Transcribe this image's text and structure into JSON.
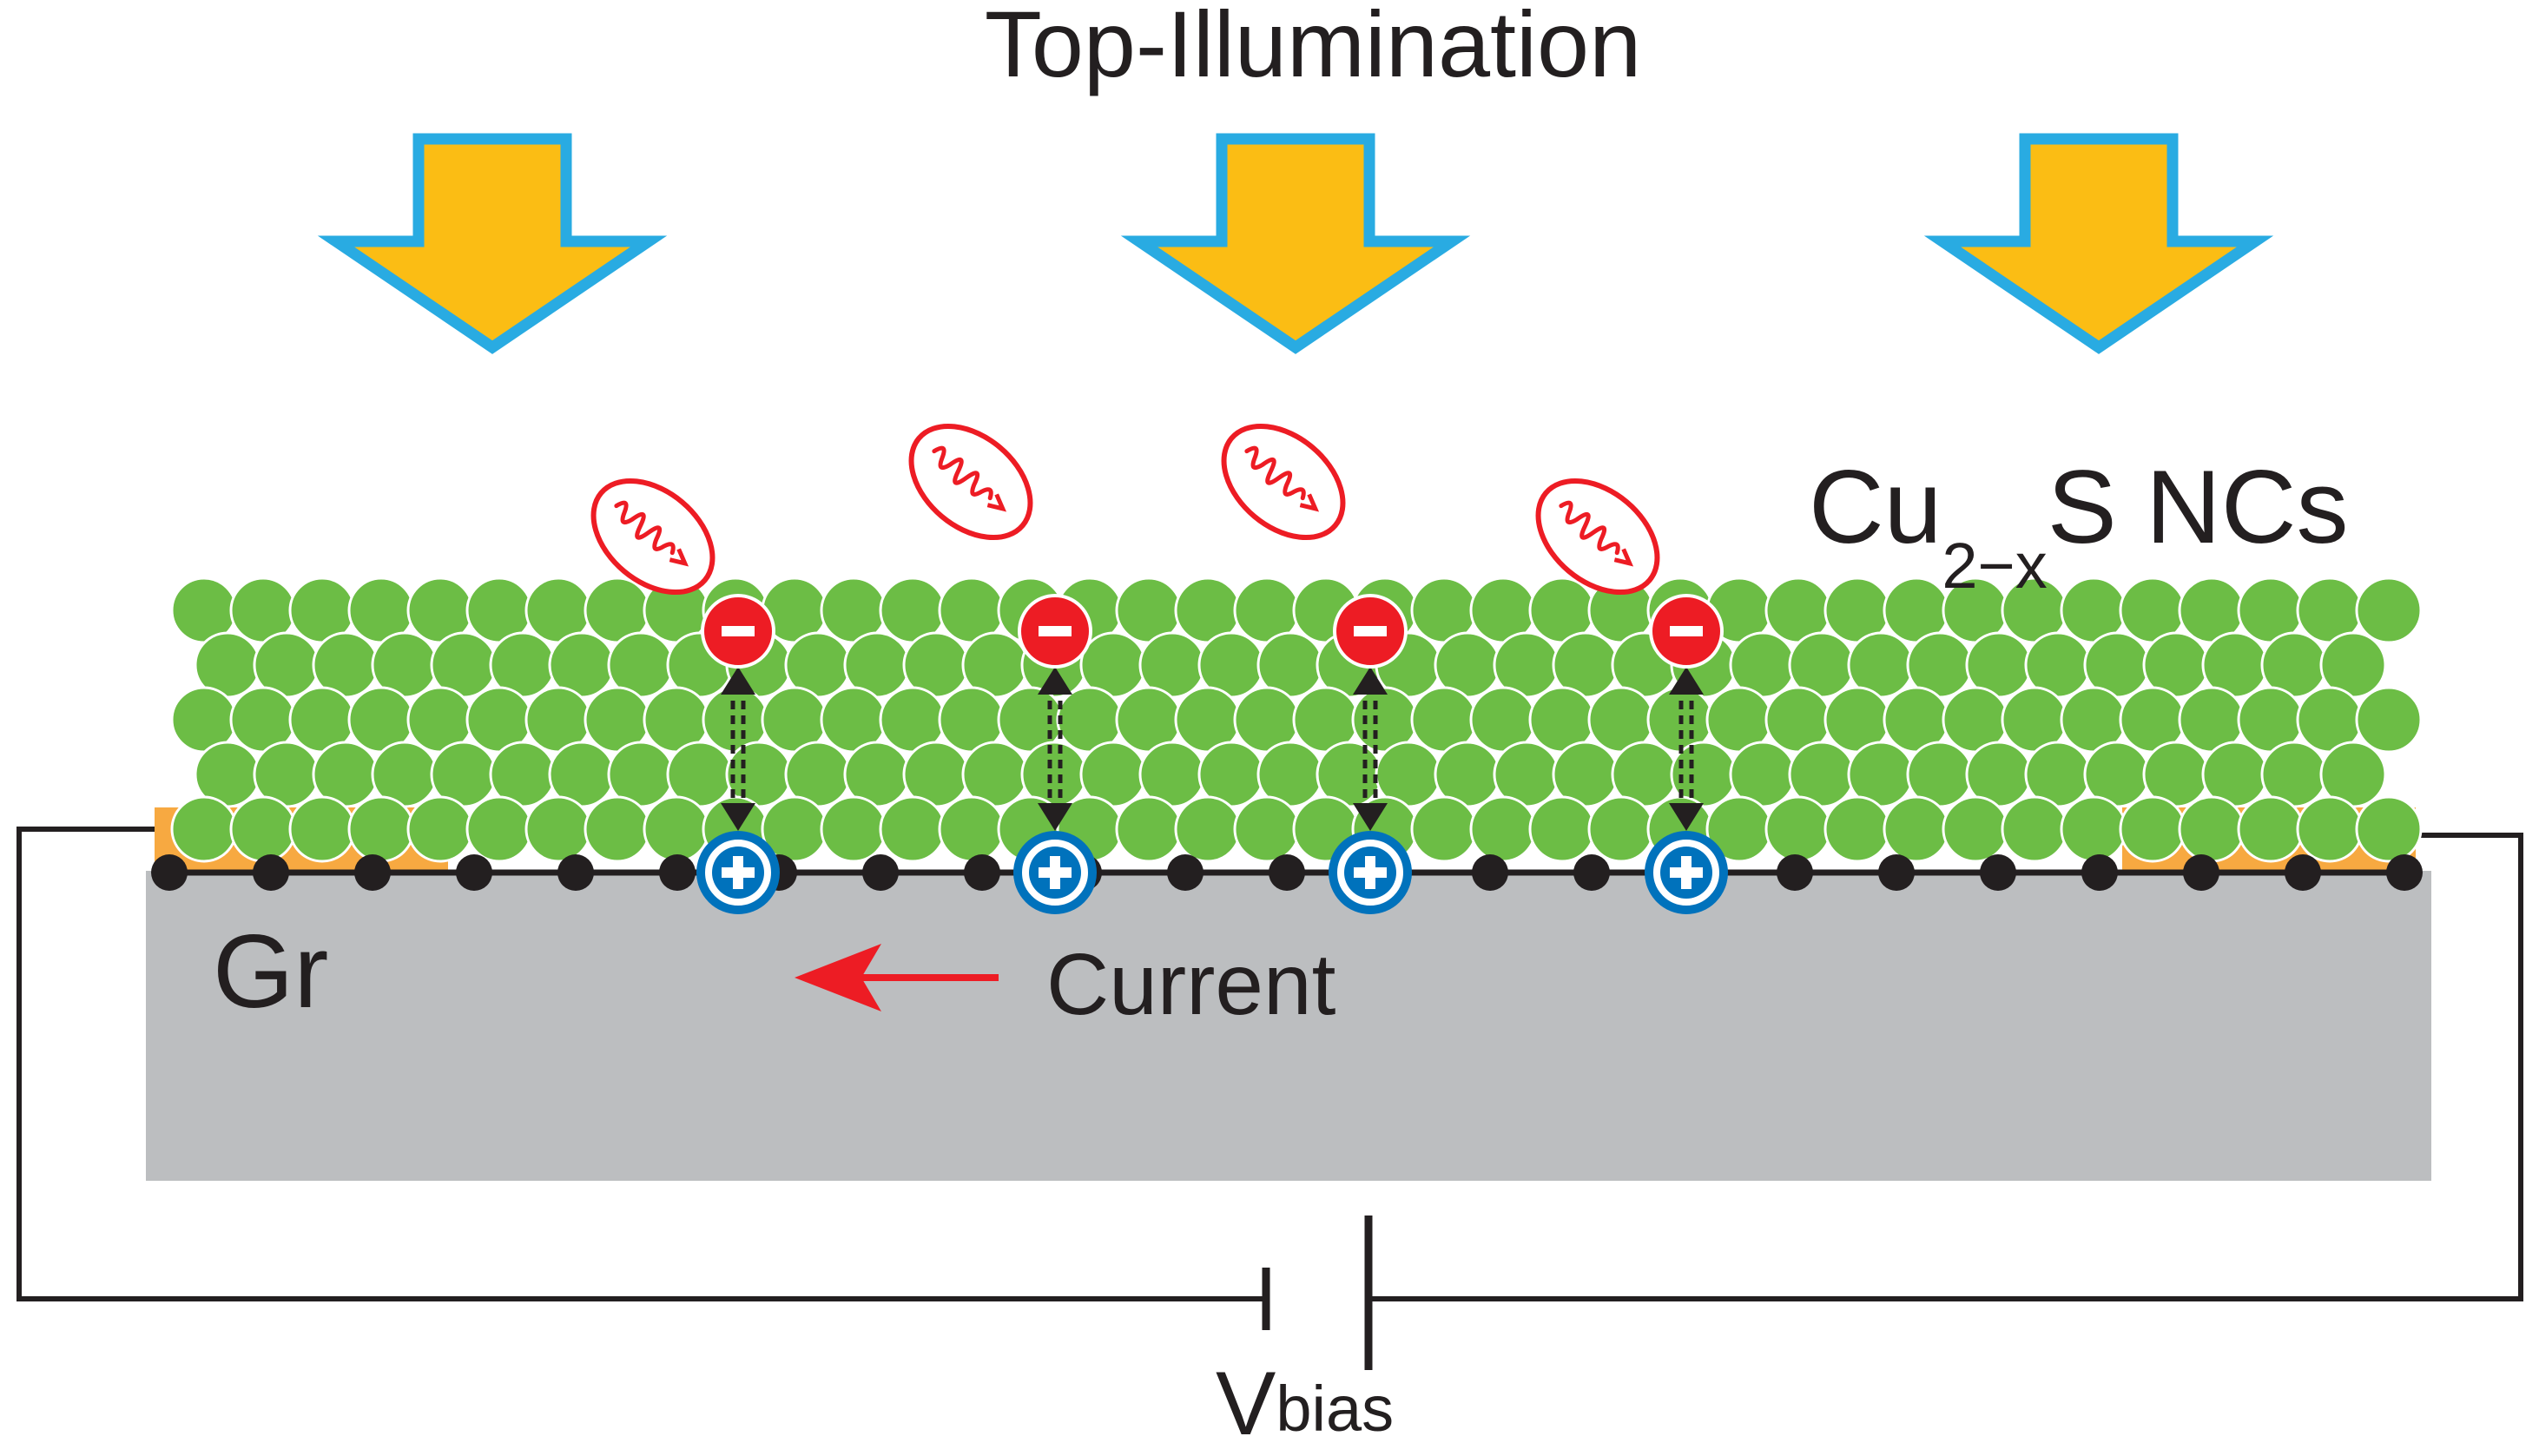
{
  "labels": {
    "title": "Top-Illumination",
    "nc_prefix": "Cu",
    "nc_subscript": "2−x",
    "nc_suffix": "S NCs",
    "substrate": "Gr",
    "current": "Current",
    "bias_main": "V",
    "bias_sub": "bias"
  },
  "counts": {
    "illumination_arrows": 3,
    "photons": 4,
    "electron_hole_pairs": 4,
    "nc_rows": 5
  },
  "symbols": {
    "electron": "−",
    "hole": "+"
  },
  "icons": {
    "illumination": "down-arrow-icon",
    "photon": "photon-wave-icon",
    "electron": "electron-minus-icon",
    "hole": "hole-plus-icon",
    "current": "left-arrow-icon",
    "battery": "battery-icon"
  },
  "colors": {
    "arrow_fill": "#fbbd14",
    "arrow_outline": "#29abe2",
    "nanocrystal": "#6cbd45",
    "electrode": "#f7a941",
    "substrate": "#bcbec0",
    "electron": "#ed1c24",
    "hole": "#0072bc",
    "current_arrow": "#ed1c24",
    "wire": "#231f20"
  }
}
